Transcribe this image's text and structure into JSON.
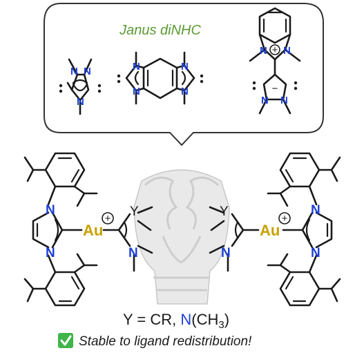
{
  "panel_title": "Janus diNHC",
  "atoms": {
    "nitrogen": "N",
    "gold": "Au",
    "y_group": "Y",
    "cation": "+",
    "anion": "−"
  },
  "legend": {
    "prefix": "Y = CR, ",
    "n_label": "N",
    "suffix": "(CH",
    "subscript": "3",
    "close": ")"
  },
  "stable_note": "Stable to ligand redistribution!",
  "colors": {
    "nitrogen": "#1d3fd6",
    "gold": "#c8a000",
    "title": "#5a9a32",
    "check": "#3fb44a"
  }
}
